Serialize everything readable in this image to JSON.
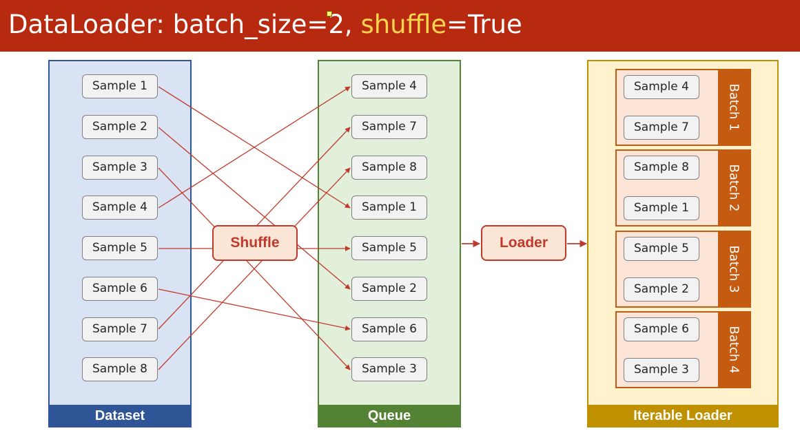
{
  "title": {
    "prefix": "DataLoader: batch_size=2, ",
    "highlight": "shuffle",
    "suffix": "=True"
  },
  "dataset": {
    "label": "Dataset",
    "samples": [
      "Sample 1",
      "Sample 2",
      "Sample 3",
      "Sample 4",
      "Sample 5",
      "Sample 6",
      "Sample 7",
      "Sample 8"
    ]
  },
  "shuffle": {
    "label": "Shuffle"
  },
  "queue": {
    "label": "Queue",
    "samples": [
      "Sample 4",
      "Sample 7",
      "Sample 8",
      "Sample 1",
      "Sample 5",
      "Sample 2",
      "Sample 6",
      "Sample 3"
    ]
  },
  "loader": {
    "label": "Loader"
  },
  "iterable_loader": {
    "label": "Iterable Loader",
    "batches": [
      {
        "label": "Batch 1",
        "samples": [
          "Sample 4",
          "Sample 7"
        ]
      },
      {
        "label": "Batch 2",
        "samples": [
          "Sample 8",
          "Sample 1"
        ]
      },
      {
        "label": "Batch 3",
        "samples": [
          "Sample 5",
          "Sample 2"
        ]
      },
      {
        "label": "Batch 4",
        "samples": [
          "Sample 6",
          "Sample 3"
        ]
      }
    ]
  },
  "colors": {
    "title_bar": "#b72a10",
    "highlight_text": "#ffd54f",
    "dataset": "#2f5597",
    "queue": "#548235",
    "iterable_loader": "#bf9000",
    "batch": "#c55a11",
    "arrow": "#c0392b"
  }
}
